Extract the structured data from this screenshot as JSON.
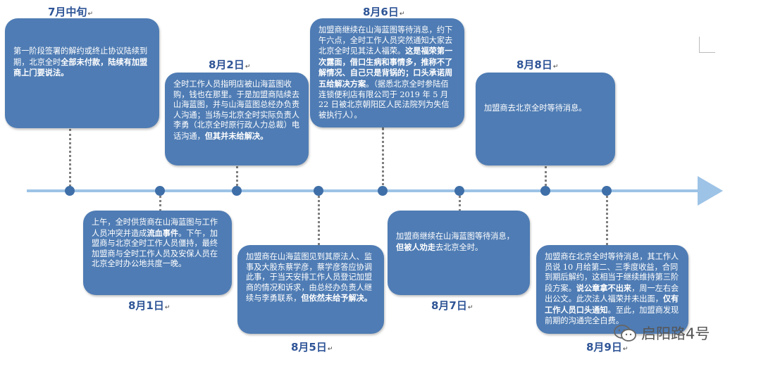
{
  "events": [
    {
      "date": "7月中旬",
      "parts": [
        {
          "t": "第一阶段签署的解约或终止协议陆续到期，北京全时"
        },
        {
          "t": "全部未付款，陆续有加盟商上门要说法。",
          "b": true
        }
      ]
    },
    {
      "date": "8月1日",
      "parts": [
        {
          "t": "上午，全时供货商在山海蓝图与工作人员冲突并造成"
        },
        {
          "t": "流血事件",
          "b": true
        },
        {
          "t": "。下午，加盟商与北京全时工作人员僵持，最终加盟商与全时工作人员及安保人员在北京全时办公地共度一晚。"
        }
      ]
    },
    {
      "date": "8月2日",
      "parts": [
        {
          "t": "全时工作人员指明店被山海蓝图收购，钱也在那里。于是加盟商陆续去山海蓝图，并与山海蓝图总经办负责人沟通；当场与北京全时实际负责人李勇（北京全时原行政人力总裁）电话沟通，"
        },
        {
          "t": "但其并未给解决。",
          "b": true
        }
      ]
    },
    {
      "date": "8月5日",
      "parts": [
        {
          "t": "加盟商在山海蓝图见到其原法人、监事及大股东蔡学彦，蔡学彦答应协调此事，于当天安排工作人员登记加盟商的情况和诉求，由总经办负责人继续与李勇联系，"
        },
        {
          "t": "但依然未给予解决。",
          "b": true
        }
      ]
    },
    {
      "date": "8月6日",
      "parts": [
        {
          "t": "加盟商继续在山海蓝图等待消息，约下午六点，全时工作人员突然通知大家去北京全时见其法人福荣。"
        },
        {
          "t": "这是福荣第一次露面，借口生病和事情多，推称不了解情况、自己只是背锅的；口头承诺周五给解决方案",
          "b": true
        },
        {
          "t": "。（据悉北京全时参陆佰连锁便利店有限公司于 2019 年 5 月 22 日被北京朝阳区人民法院列为失信被执行人）。"
        }
      ]
    },
    {
      "date": "8月7日",
      "parts": [
        {
          "t": "加盟商继续在山海蓝图等待消息，"
        },
        {
          "t": "但被人劝走",
          "b": true
        },
        {
          "t": "去北京全时。"
        }
      ]
    },
    {
      "date": "8月8日",
      "parts": [
        {
          "t": "加盟商去北京全时等待消息。"
        }
      ]
    },
    {
      "date": "8月9日",
      "parts": [
        {
          "t": "加盟商在北京全时等待消息，其工作人员说 10 月给第二、三季度收益，合同到期后解约，这相当于继续维持第三阶段方案。"
        },
        {
          "t": "说公章拿不出来",
          "b": true
        },
        {
          "t": "，周一左右会出公文。此次法人福荣并未出面，"
        },
        {
          "t": "仅有工作人员口头通知",
          "b": true
        },
        {
          "t": "。至此，加盟商发现前期的沟通完全白费。"
        }
      ]
    }
  ],
  "watermark": {
    "text": "启阳路4号",
    "icon": "wechat-icon"
  },
  "colors": {
    "box": "#4f7cb4",
    "date": "#2f5597",
    "axis": "#9dc3e6",
    "dot": "#3f6fa8"
  }
}
